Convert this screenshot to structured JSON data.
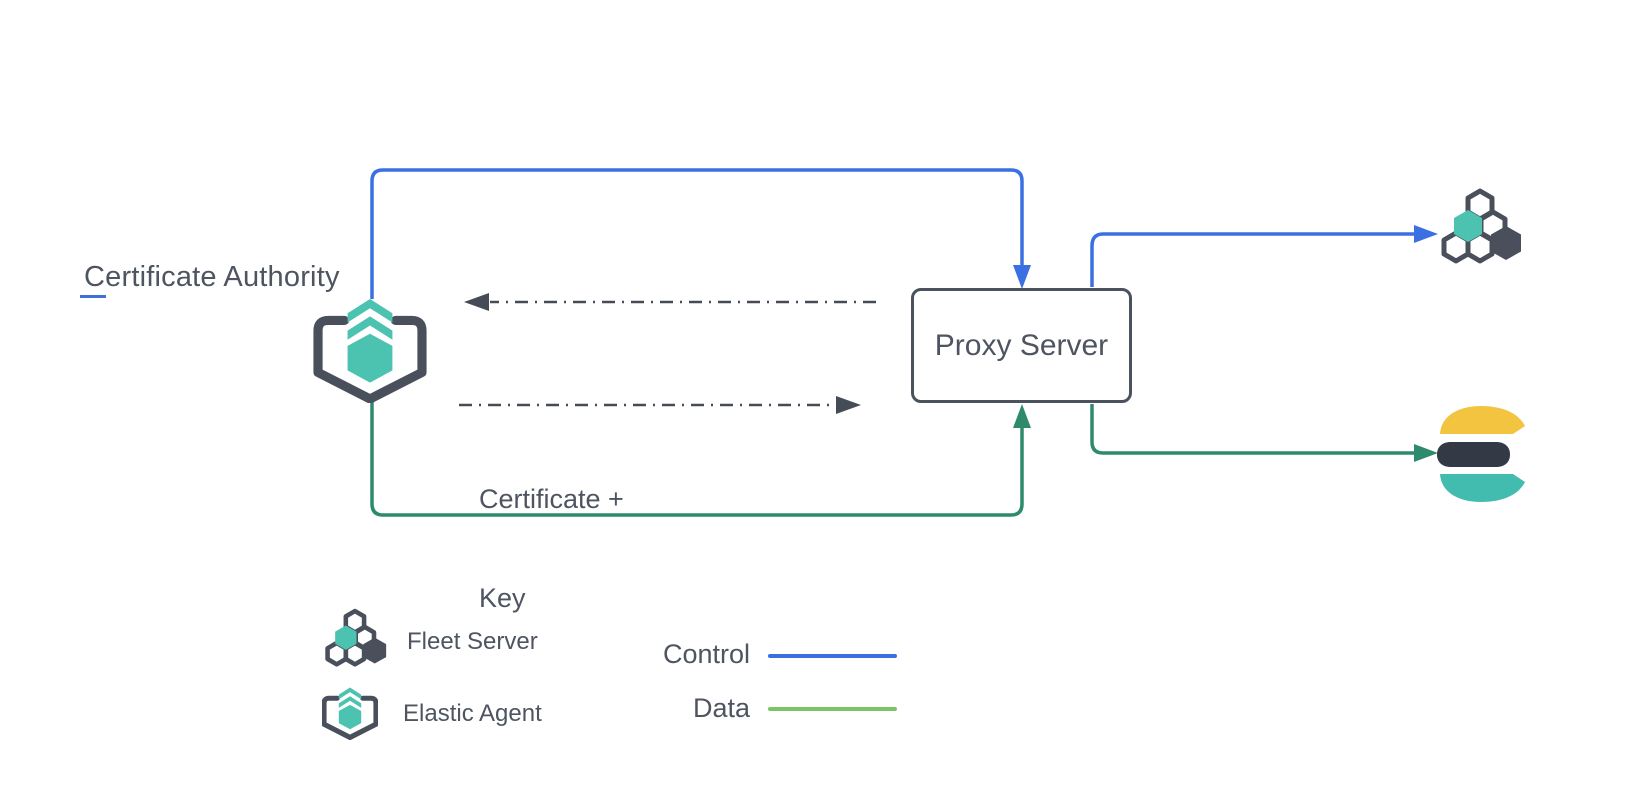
{
  "diagram": {
    "certificate_authority": {
      "selected_char": "C",
      "rest": "ertificate Authority",
      "full_label": "Certificate Authority"
    },
    "proxy_label": "Proxy Server",
    "certificate_key": {
      "line1": "Certificate +",
      "line2": "Key"
    },
    "nodes": {
      "elastic_agent_icon": "elastic-agent-icon",
      "fleet_server_icon": "fleet-server-icon",
      "elasticsearch_icon": "elasticsearch-icon"
    },
    "edges": [
      {
        "name": "control-agent-to-proxy",
        "type": "control",
        "color": "#3a70e2"
      },
      {
        "name": "control-proxy-to-fleet-server",
        "type": "control",
        "color": "#3a70e2"
      },
      {
        "name": "data-agent-to-proxy",
        "type": "data",
        "color": "#2e8a6c"
      },
      {
        "name": "data-proxy-to-elasticsearch",
        "type": "data",
        "color": "#2e8a6c"
      },
      {
        "name": "cert-exchange-to-agent",
        "type": "dashed",
        "color": "#454c57"
      },
      {
        "name": "cert-exchange-to-proxy",
        "type": "dashed",
        "color": "#454c57"
      }
    ]
  },
  "legend": {
    "items": [
      {
        "icon": "fleet-server-icon",
        "label": "Fleet Server"
      },
      {
        "icon": "elastic-agent-icon",
        "label": "Elastic Agent"
      }
    ],
    "lines": [
      {
        "label": "Control",
        "color": "#3a70e2"
      },
      {
        "label": "Data",
        "color": "#7cc464"
      }
    ]
  },
  "colors": {
    "control_edge": "#3a70e2",
    "data_edge": "#2e8a6c",
    "legend_data_line": "#7cc464",
    "teal_accent": "#4cc2b0",
    "dark_outline": "#49505c",
    "text": "#4e5561",
    "selection_highlight": "#a5d8ca",
    "elasticsearch_yellow": "#f2c440",
    "elasticsearch_dark": "#333a46",
    "elasticsearch_teal": "#43bcb0"
  }
}
